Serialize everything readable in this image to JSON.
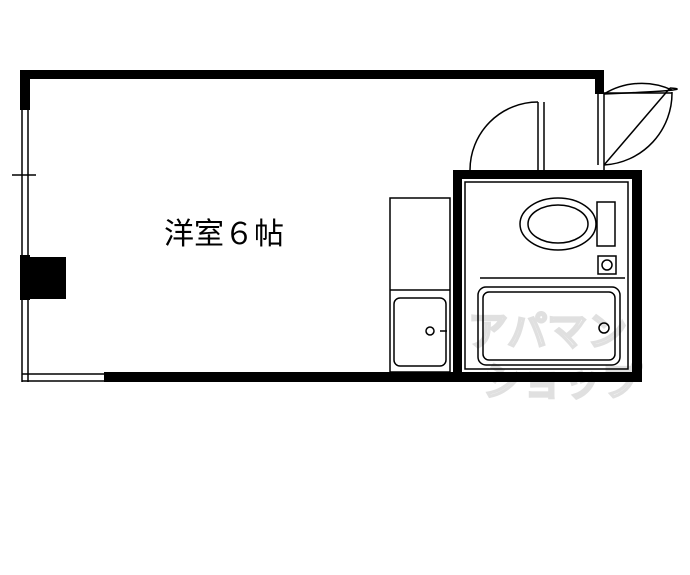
{
  "rooms": {
    "main_label": "洋室６帖"
  },
  "watermark": {
    "line1": "アパマン",
    "line2": "ショップ"
  },
  "colors": {
    "wall": "#000000",
    "fixture_line": "#000000",
    "watermark_outline": "#e0e0e0",
    "background": "#ffffff"
  }
}
